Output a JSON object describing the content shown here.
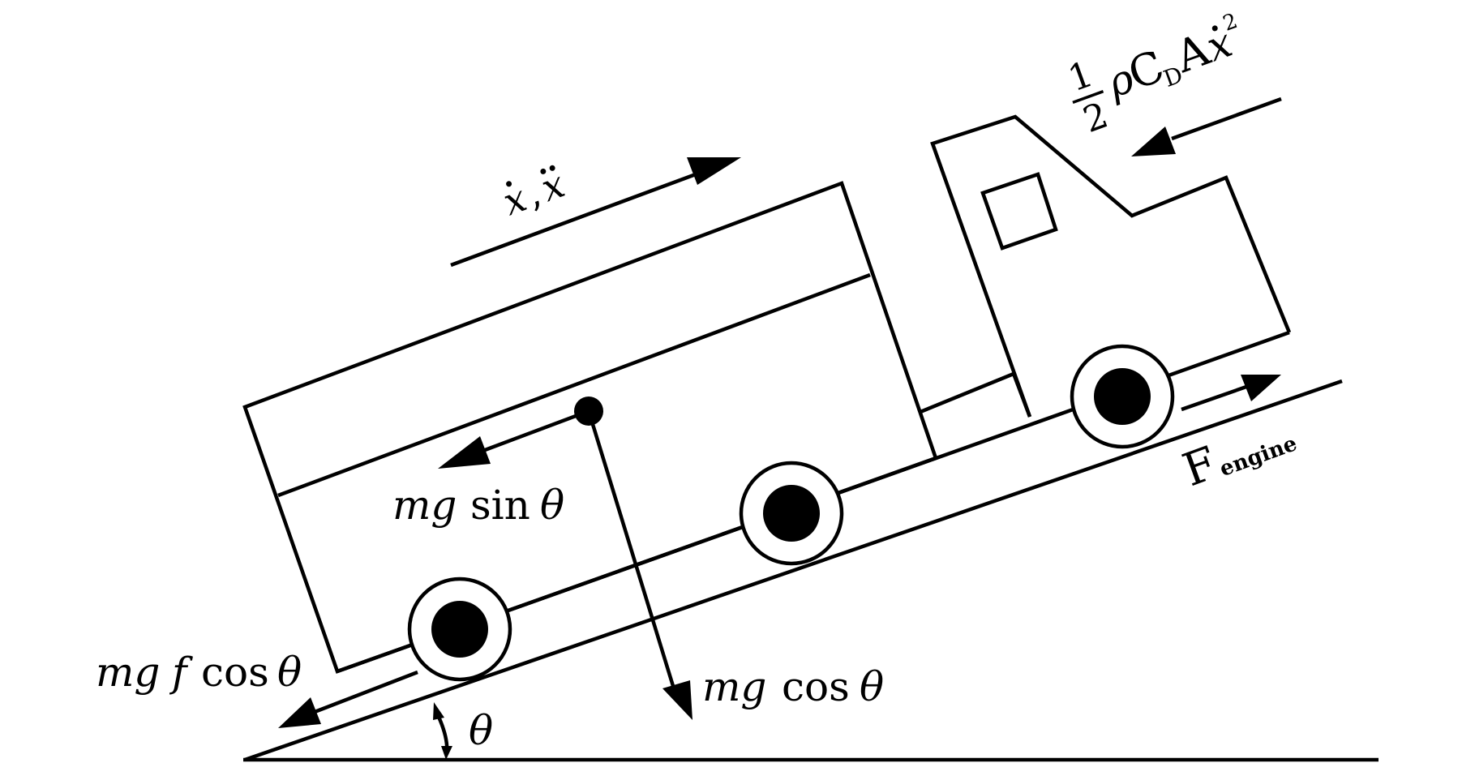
{
  "labels": {
    "velocity": {
      "x": "x",
      "sep": ",",
      "x2": "x"
    },
    "drag": {
      "num": "1",
      "den": "2",
      "rho": "ρ",
      "C": "C",
      "D": "D",
      "A": "A",
      "x": "x",
      "exp": "2"
    },
    "engine": {
      "F": "F",
      "sub": "engine"
    },
    "mg_sin": {
      "mg": "mg",
      "fn": "sin",
      "theta": "θ"
    },
    "mg_cos": {
      "mg": "mg",
      "fn": "cos",
      "theta": "θ"
    },
    "mgf_cos": {
      "mg": "mg",
      "f": "f",
      "fn": "cos",
      "theta": "θ"
    },
    "angle": {
      "theta": "θ"
    }
  }
}
